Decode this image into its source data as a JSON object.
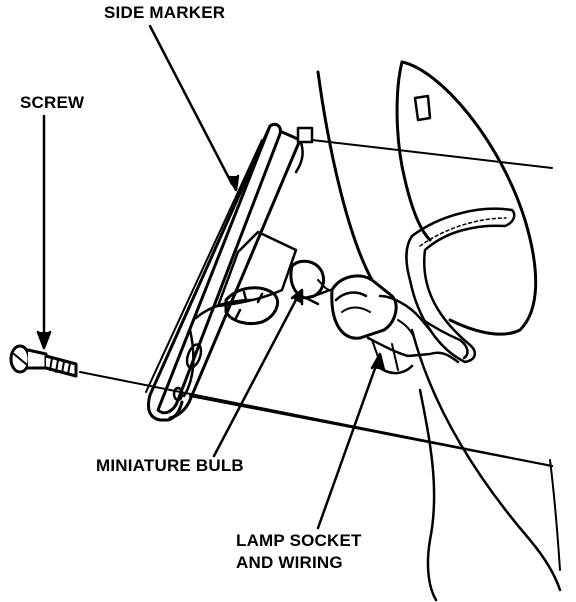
{
  "labels": {
    "side_marker": "SIDE MARKER",
    "screw": "SCREW",
    "miniature_bulb": "MINIATURE BULB",
    "lamp_socket_line1": "LAMP SOCKET",
    "lamp_socket_line2": "AND WIRING"
  },
  "colors": {
    "ink": "#000000",
    "paper": "#ffffff"
  }
}
